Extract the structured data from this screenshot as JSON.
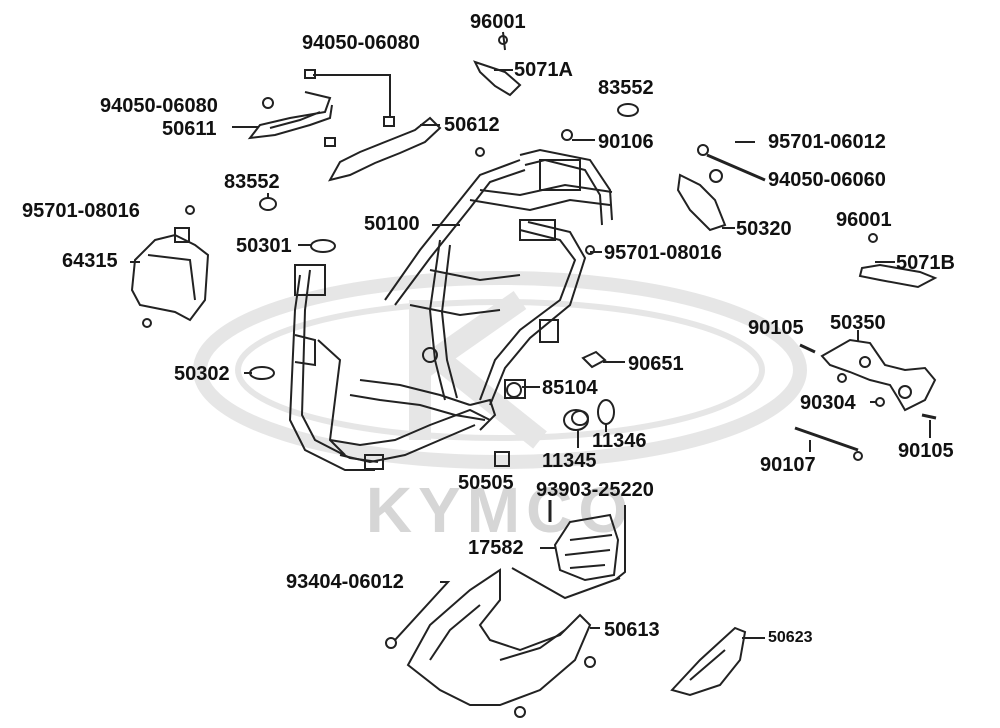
{
  "watermark": {
    "brand": "KYMCO"
  },
  "labels": [
    {
      "id": "p96001a",
      "text": "96001"
    },
    {
      "id": "p94050_06080_top",
      "text": "94050-06080"
    },
    {
      "id": "p5071A",
      "text": "5071A"
    },
    {
      "id": "p83552_top",
      "text": "83552"
    },
    {
      "id": "p94050_06080_left",
      "text": "94050-06080"
    },
    {
      "id": "p50611",
      "text": "50611"
    },
    {
      "id": "p50612",
      "text": "50612"
    },
    {
      "id": "p90106",
      "text": "90106"
    },
    {
      "id": "p95701_06012",
      "text": "95701-06012"
    },
    {
      "id": "p83552_left",
      "text": "83552"
    },
    {
      "id": "p94050_06060",
      "text": "94050-06060"
    },
    {
      "id": "p95701_08016_left",
      "text": "95701-08016"
    },
    {
      "id": "p50100",
      "text": "50100"
    },
    {
      "id": "p50320",
      "text": "50320"
    },
    {
      "id": "p96001b",
      "text": "96001"
    },
    {
      "id": "p50301",
      "text": "50301"
    },
    {
      "id": "p95701_08016_mid",
      "text": "95701-08016"
    },
    {
      "id": "p64315",
      "text": "64315"
    },
    {
      "id": "p5071B",
      "text": "5071B"
    },
    {
      "id": "p90105_top",
      "text": "90105"
    },
    {
      "id": "p50350",
      "text": "50350"
    },
    {
      "id": "p90651",
      "text": "90651"
    },
    {
      "id": "p50302",
      "text": "50302"
    },
    {
      "id": "p85104",
      "text": "85104"
    },
    {
      "id": "p90304",
      "text": "90304"
    },
    {
      "id": "p11346",
      "text": "11346"
    },
    {
      "id": "p90105_bot",
      "text": "90105"
    },
    {
      "id": "p90107",
      "text": "90107"
    },
    {
      "id": "p11345",
      "text": "11345"
    },
    {
      "id": "p50505",
      "text": "50505"
    },
    {
      "id": "p93903_25220",
      "text": "93903-25220"
    },
    {
      "id": "p17582",
      "text": "17582"
    },
    {
      "id": "p93404_06012",
      "text": "93404-06012"
    },
    {
      "id": "p50613",
      "text": "50613"
    },
    {
      "id": "p50623",
      "text": "50623"
    }
  ]
}
